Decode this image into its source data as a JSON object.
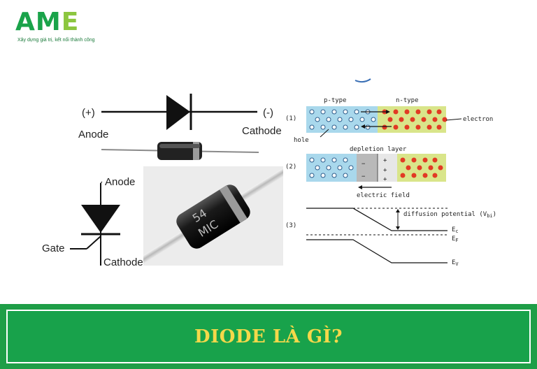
{
  "logo": {
    "brand_prefix": "AM",
    "brand_suffix": "E",
    "tagline": "Xây dựng giá trị, kết nối thành công"
  },
  "symbol": {
    "plus": "(+)",
    "minus": "(-)",
    "anode": "Anode",
    "cathode": "Cathode"
  },
  "thyristor": {
    "anode": "Anode",
    "gate": "Gate",
    "cathode": "Cathode"
  },
  "photo": {
    "marking_line1": "54",
    "marking_line2": "MIC"
  },
  "junction": {
    "p_type": "p-type",
    "n_type": "n-type",
    "step1": "(1)",
    "step2": "(2)",
    "step3": "(3)",
    "electron": "electron",
    "hole": "hole",
    "depletion_layer": "depletion layer",
    "electric_field": "electric field",
    "diffusion_potential": "diffusion potential",
    "vbi": "(V",
    "vbi_sub": "bi",
    "vbi_close": ")",
    "ec": "E",
    "ec_sub": "c",
    "ef": "E",
    "ef_sub": "F",
    "ev": "E",
    "ev_sub": "V",
    "minus_sign": "−",
    "plus_sign": "+"
  },
  "colors": {
    "brand_green": "#1aa34a",
    "banner_green": "#18a24b",
    "title_yellow": "#f5d84a",
    "p_region": "#a9d8ec",
    "n_region": "#d9e58a",
    "electron_red": "#e23a24"
  },
  "banner": {
    "title": "DIODE LÀ GÌ?"
  }
}
